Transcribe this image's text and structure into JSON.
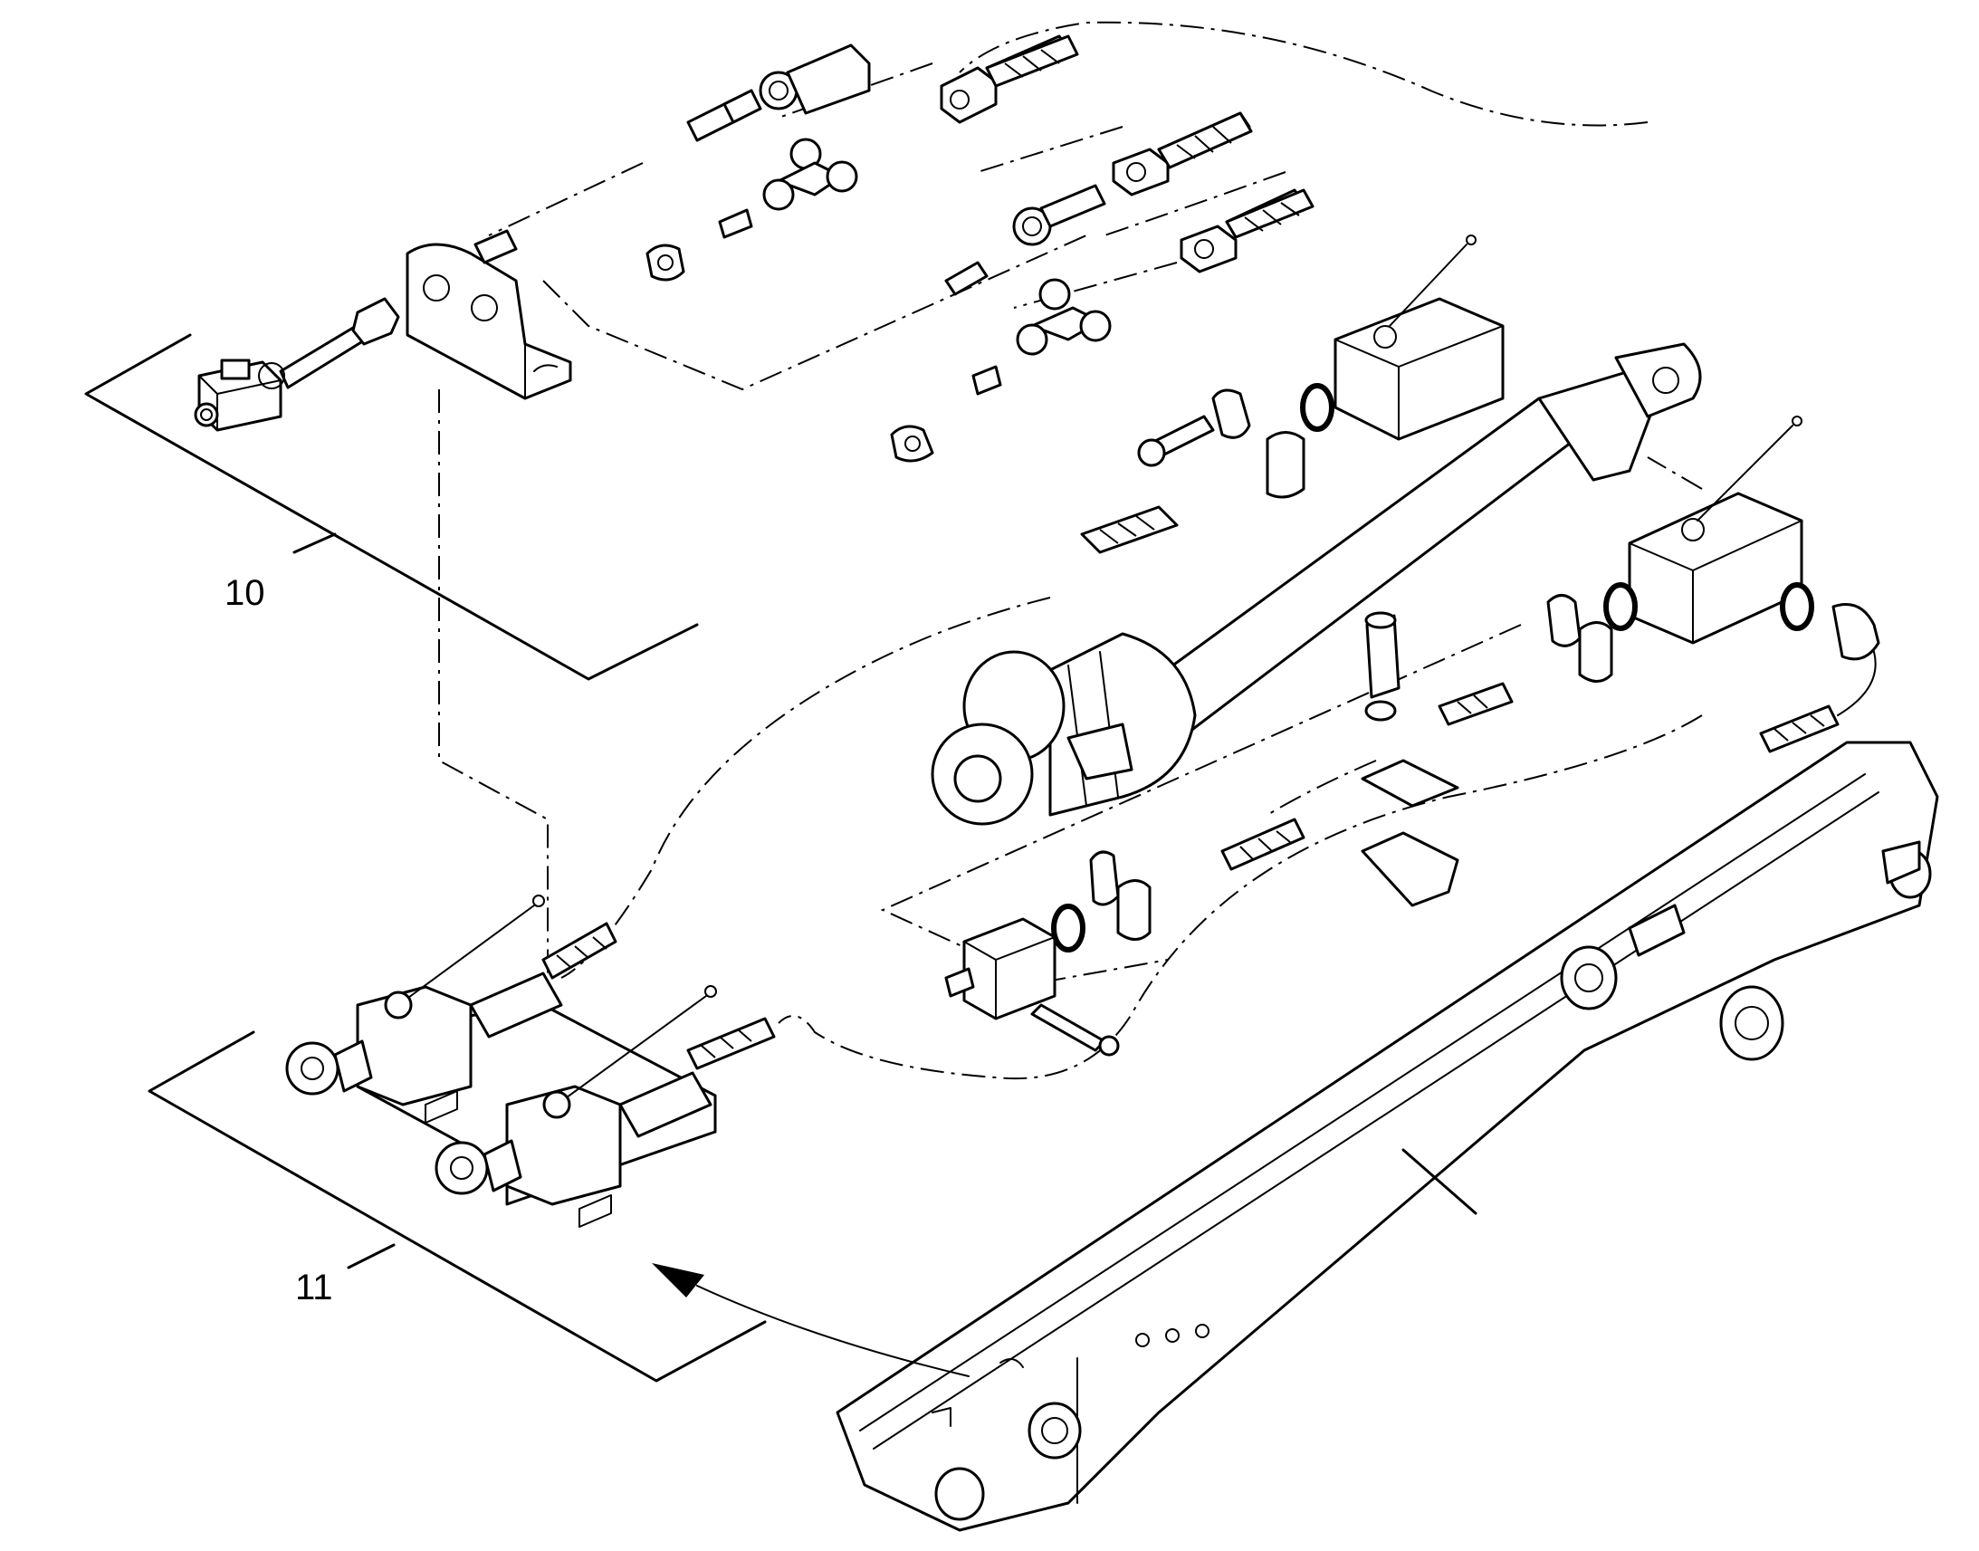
{
  "callouts": [
    {
      "id": "10",
      "label": "10"
    },
    {
      "id": "11",
      "label": "11"
    }
  ],
  "colors": {
    "line": "#000000",
    "background": "#ffffff"
  }
}
